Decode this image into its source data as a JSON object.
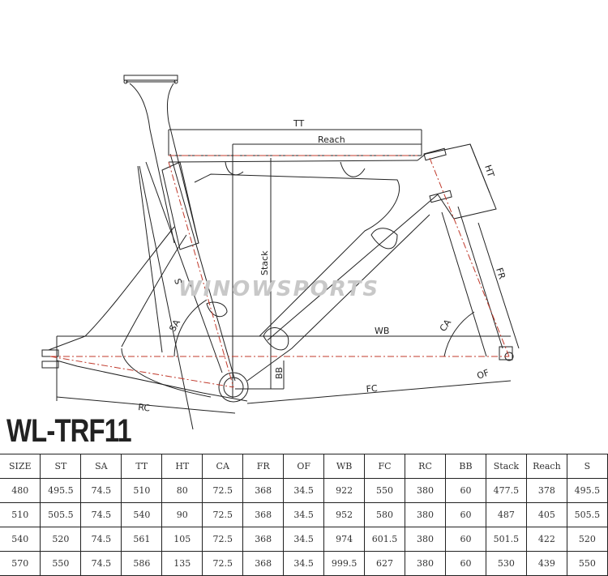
{
  "title": "WL-TRF11",
  "watermark": "WINOWSPORTS",
  "diagram_labels": {
    "TT": "TT",
    "Reach": "Reach",
    "HT": "HT",
    "Stack": "Stack",
    "FR": "FR",
    "CA": "CA",
    "SA": "SA",
    "S": "S",
    "WB": "WB",
    "BB": "BB",
    "OF": "OF",
    "FC": "FC",
    "RC": "RC"
  },
  "table": {
    "headers": [
      "SIZE",
      "ST",
      "SA",
      "TT",
      "HT",
      "CA",
      "FR",
      "OF",
      "WB",
      "FC",
      "RC",
      "BB",
      "Stack",
      "Reach",
      "S"
    ],
    "rows": [
      [
        "480",
        "495.5",
        "74.5",
        "510",
        "80",
        "72.5",
        "368",
        "34.5",
        "922",
        "550",
        "380",
        "60",
        "477.5",
        "378",
        "495.5"
      ],
      [
        "510",
        "505.5",
        "74.5",
        "540",
        "90",
        "72.5",
        "368",
        "34.5",
        "952",
        "580",
        "380",
        "60",
        "487",
        "405",
        "505.5"
      ],
      [
        "540",
        "520",
        "74.5",
        "561",
        "105",
        "72.5",
        "368",
        "34.5",
        "974",
        "601.5",
        "380",
        "60",
        "501.5",
        "422",
        "520"
      ],
      [
        "570",
        "550",
        "74.5",
        "586",
        "135",
        "72.5",
        "368",
        "34.5",
        "999.5",
        "627",
        "380",
        "60",
        "530",
        "439",
        "550"
      ]
    ]
  },
  "colors": {
    "line": "#222222",
    "centerline": "#c0392b",
    "watermark": "#c8c8c8"
  }
}
